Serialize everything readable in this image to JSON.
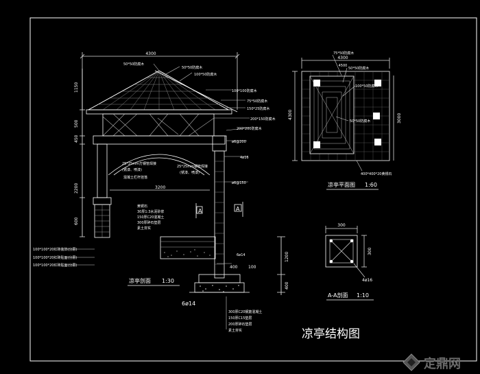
{
  "title": "凉亭结构图",
  "watermark": {
    "brand": "定鼎网",
    "logo_icon": "diamond-logo-icon"
  },
  "section": {
    "caption": "凉亭剖面",
    "scale": "1:30",
    "dims": {
      "overall_width": "4300",
      "inner_width": "3200",
      "left_1150": "1150",
      "left_500": "500",
      "left_450": "450",
      "left_2200": "2200",
      "left_600": "600",
      "right_1200": "1200",
      "right_400": "400",
      "footing_400": "400",
      "footing_100": "100"
    },
    "labels": [
      "50*50防腐木",
      "50*50防腐木",
      "100*50防腐木",
      "100*100防腐木",
      "75*50防腐木",
      "150*25防腐木",
      "200*150防腐木",
      "200*200防腐木",
      "ø6@200",
      "4ø16",
      "ø6@150",
      "25*25mm方钢管焊接",
      "(锈漆、喷漆)",
      "25*25mm钢管焊接",
      "(锈漆、喷漆)",
      "混凝土栏杆挂落",
      "6ø14",
      "6ø14"
    ],
    "floor_layers": [
      "黄锈石",
      "30厚1:3水泥砂浆",
      "150厚C20混凝土",
      "300厚碎石垫层",
      "素土夯实"
    ],
    "left_notes": [
      "100*100*20红砖装饰(分层)",
      "100*100*20红砖贴面(分层)",
      "100*100*20红砖贴面(分层)"
    ],
    "footing_notes": [
      "300厚C20钢筋混凝土",
      "150厚C15垫层",
      "200厚碎石垫层",
      "素土夯实"
    ],
    "section_marks": [
      "A",
      "A"
    ]
  },
  "plan": {
    "caption": "凉亭平面图",
    "scale": "1:60",
    "dims": {
      "top": "4300",
      "left": "4300",
      "right": "3000",
      "inner": "4500"
    },
    "labels": [
      "75*50防腐木",
      "50*50防腐木",
      "100*50防腐木",
      "50*50防腐木",
      "400*400*20黄锈石"
    ]
  },
  "detail": {
    "caption": "A-A剖面",
    "scale": "1:10",
    "dims": {
      "width": "300",
      "height": "300"
    },
    "rebar": "4ø16"
  }
}
